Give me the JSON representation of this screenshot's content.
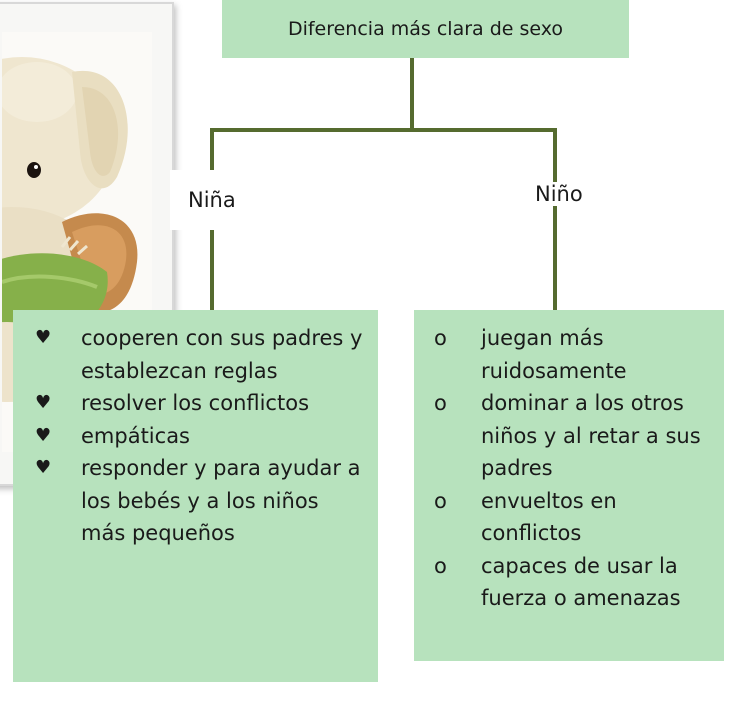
{
  "title": "Diferencia más clara de sexo",
  "branches": {
    "girl": {
      "label": "Niña",
      "bullet": "♥",
      "items": [
        "cooperen con sus padres y establezcan reglas",
        "resolver los conflictos",
        "empáticas",
        "responder y para ayudar a los bebés y a los niños más pequeños"
      ]
    },
    "boy": {
      "label": "Niño",
      "bullet": "o",
      "items": [
        "juegan más ruidosamente",
        "dominar a los otros niños y al retar a sus padres",
        "envueltos en conflictos",
        "capaces de usar la fuerza o amenazas"
      ]
    }
  },
  "colors": {
    "box_fill": "#b7e2bd",
    "connector": "#556b2f"
  }
}
